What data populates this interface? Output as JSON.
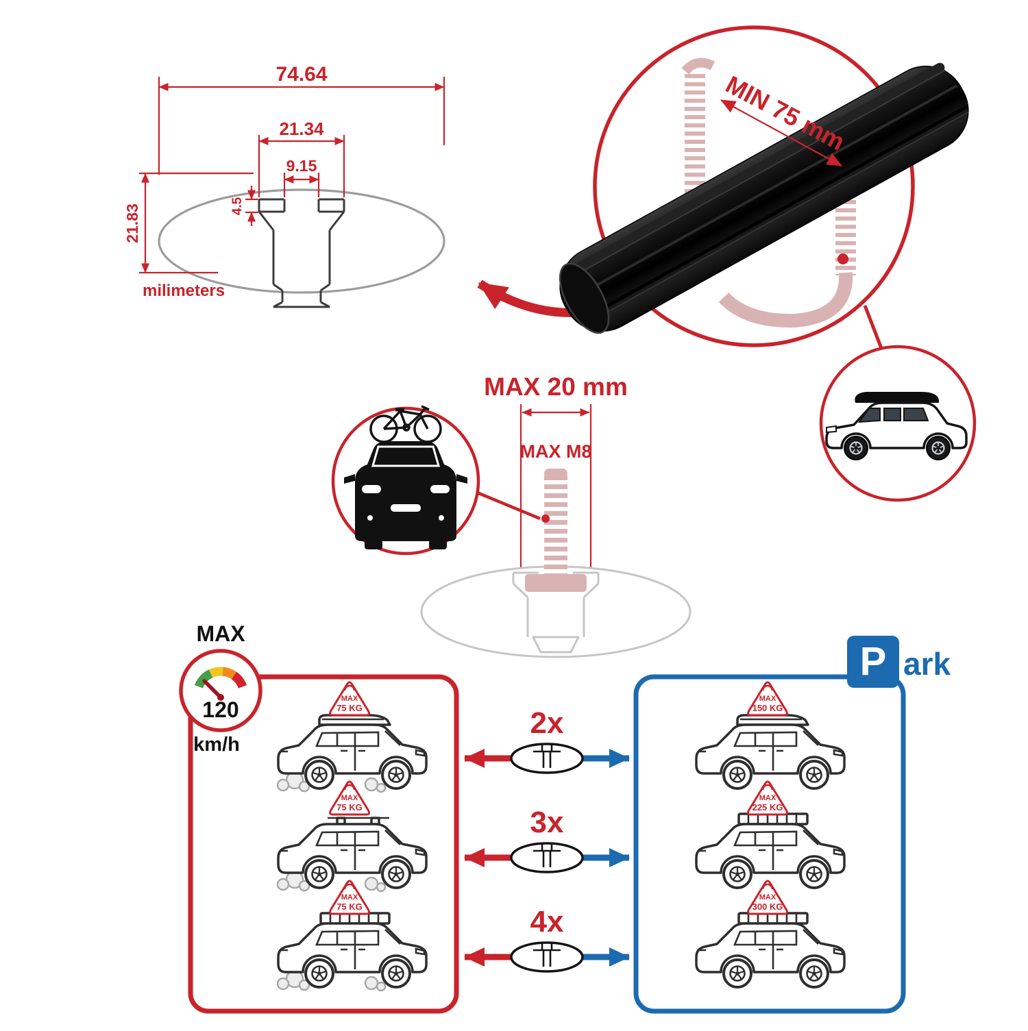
{
  "colors": {
    "red": "#c9232b",
    "blue": "#1c6ab0",
    "dark": "#141414",
    "grey_outline": "#9c9c9c",
    "faded_pink": "#d9b3b3",
    "gauge_green": "#43a047",
    "gauge_yellow": "#f4c520",
    "gauge_orange": "#ef8a1d",
    "gauge_red": "#d2232a"
  },
  "profile_dimensions": {
    "total_width": "74.64",
    "slot_outer_width": "21.34",
    "slot_opening": "9.15",
    "lip_depth": "4.5",
    "total_height": "21.83",
    "units_label": "milimeters"
  },
  "crossbar_detail": {
    "min_span_label": "MIN 75 mm"
  },
  "fastener": {
    "max_width_label": "MAX 20 mm",
    "max_thread_label": "MAX M8"
  },
  "speed_limit": {
    "title": "MAX",
    "value": "120",
    "unit": "km/h"
  },
  "parking_sign": {
    "letter": "P",
    "suffix": "ark"
  },
  "bar_counts": [
    "2x",
    "3x",
    "4x"
  ],
  "load_badges": {
    "label": "MAX",
    "driving": [
      "75 KG",
      "75 KG",
      "75 KG"
    ],
    "parked": [
      "150 KG",
      "225 KG",
      "300 KG"
    ]
  }
}
